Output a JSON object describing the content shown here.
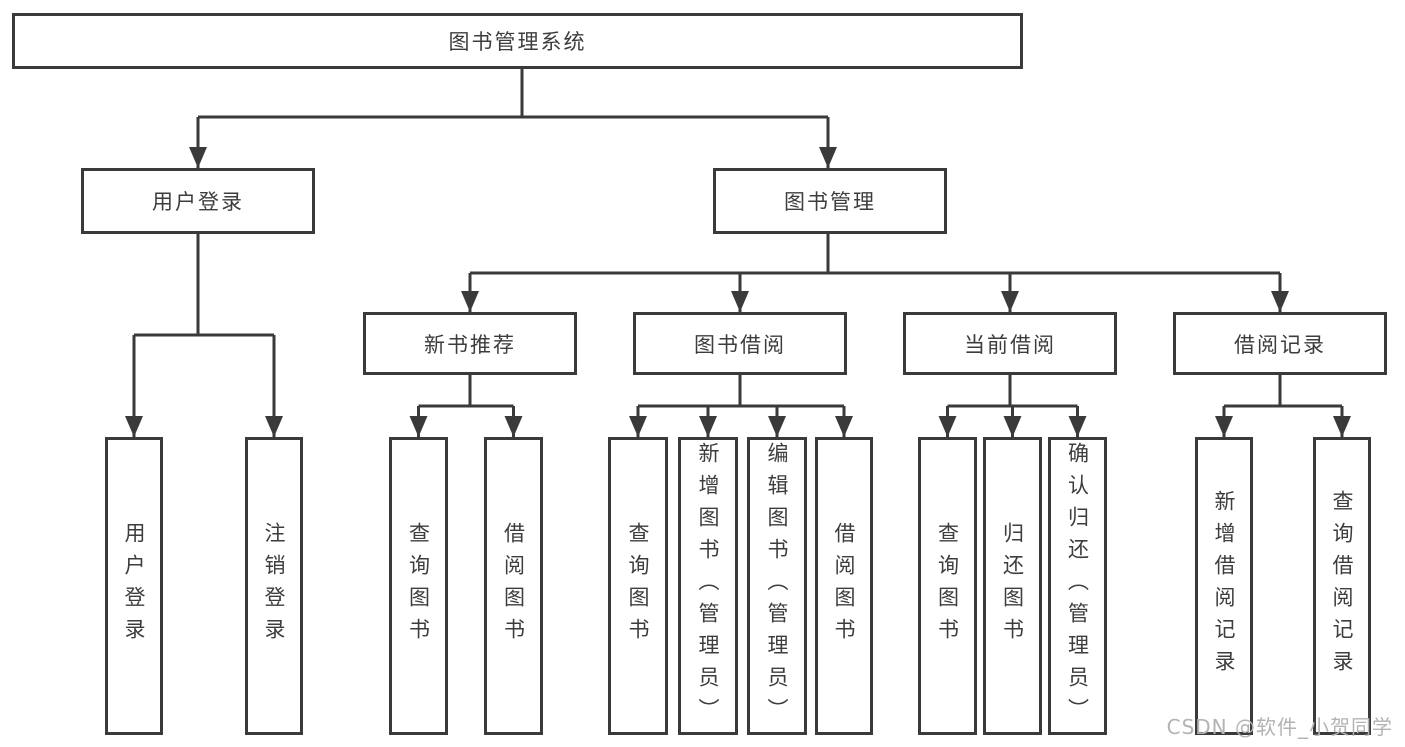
{
  "tree": {
    "label": "图书管理系统",
    "children": [
      {
        "label": "用户登录",
        "children": [
          {
            "label": "用户登录"
          },
          {
            "label": "注销登录"
          }
        ]
      },
      {
        "label": "图书管理",
        "children": [
          {
            "label": "新书推荐",
            "children": [
              {
                "label": "查询图书"
              },
              {
                "label": "借阅图书"
              }
            ]
          },
          {
            "label": "图书借阅",
            "children": [
              {
                "label": "查询图书"
              },
              {
                "label": "新增图书（管理员）"
              },
              {
                "label": "编辑图书（管理员）"
              },
              {
                "label": "借阅图书"
              }
            ]
          },
          {
            "label": "当前借阅",
            "children": [
              {
                "label": "查询图书"
              },
              {
                "label": "归还图书"
              },
              {
                "label": "确认归还（管理员）"
              }
            ]
          },
          {
            "label": "借阅记录",
            "children": [
              {
                "label": "新增借阅记录"
              },
              {
                "label": "查询借阅记录"
              }
            ]
          }
        ]
      }
    ]
  },
  "watermark": "CSDN @软件_小贺同学",
  "colors": {
    "line": "#3a3a3a",
    "text": "#3d3d3d",
    "watermark": "#b3b3b3",
    "canvas": "#ffffff"
  }
}
